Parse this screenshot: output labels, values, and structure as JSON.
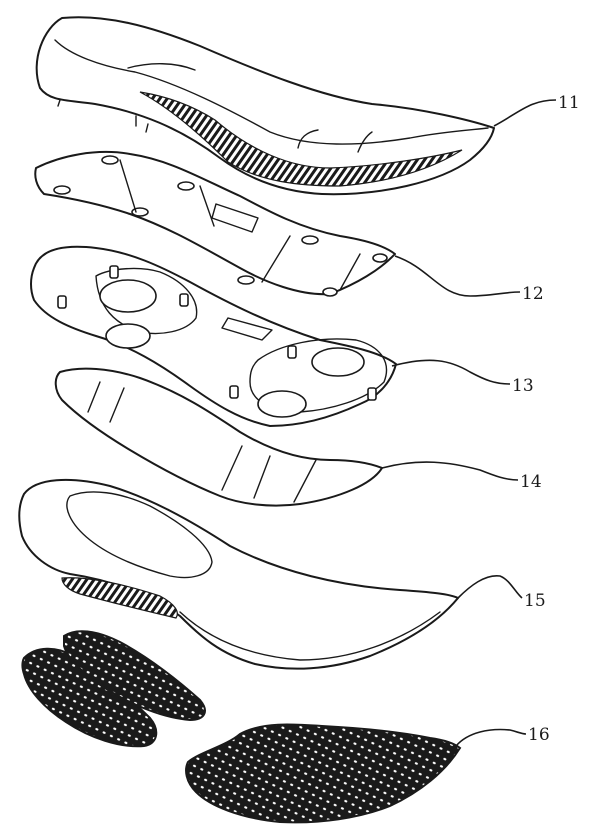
{
  "labels": {
    "l11": "11",
    "l12": "12",
    "l13": "13",
    "l14": "14",
    "l15": "15",
    "l16": "16"
  },
  "colors": {
    "ink": "#1a1a1a",
    "paper": "#ffffff"
  }
}
